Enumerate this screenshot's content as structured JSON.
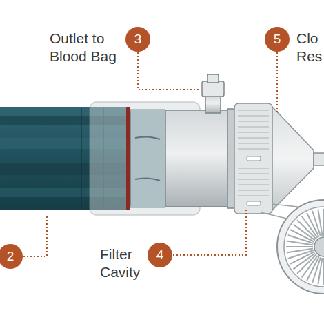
{
  "diagram": {
    "nodes": [
      {
        "text": [
          "3"
        ]
      },
      {
        "text": [
          "5"
        ]
      },
      {
        "text": [
          "2"
        ]
      },
      {
        "text": [
          "4"
        ]
      }
    ],
    "labels": [
      "Outlet to Blood Bag",
      "Clo Res",
      "Filter Cavity"
    ]
  }
}
